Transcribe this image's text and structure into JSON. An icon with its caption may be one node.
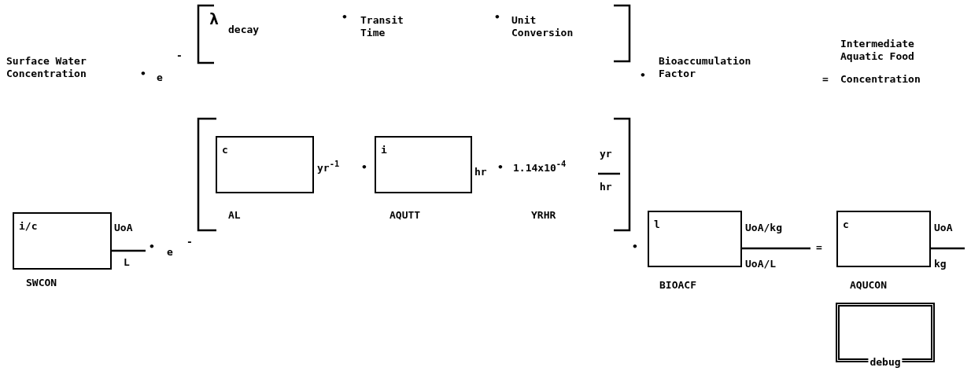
{
  "diagram": {
    "nodes": [
      {
        "text": [
          "i/c"
        ],
        "beside": [
          "UoA",
          "L",
          "SWCON"
        ]
      },
      {
        "text": [
          "c"
        ],
        "beside": [
          "yr$^{-1}$",
          "AL"
        ]
      },
      {
        "text": [
          "i"
        ],
        "beside": [
          "hr",
          "AQUTT"
        ]
      },
      {
        "text": [
          "l"
        ],
        "beside": [
          "UoA/kg",
          "UoA/L",
          "BIOACF"
        ]
      },
      {
        "text": [
          "c"
        ],
        "beside": [
          "UoA",
          "kg",
          "AQUCON"
        ]
      },
      {
        "text": [
          "debug"
        ]
      }
    ],
    "edges": [],
    "labels": [
      "λ",
      "decay",
      "•",
      "Transit Time",
      "•",
      "Unit Conversion",
      "Surface Water Concentration",
      "-",
      "•",
      "e",
      "•",
      "Bioaccumulation Factor",
      "Intermediate Aquatic Food",
      "=",
      "Concentration",
      "•",
      "•",
      "1.14x10$^{-4}$",
      "yr",
      "hr",
      "YRHR",
      "•",
      "e",
      "-",
      "•",
      "="
    ]
  }
}
